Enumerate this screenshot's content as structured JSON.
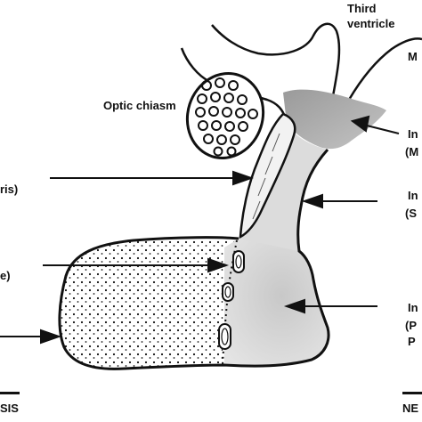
{
  "labels": {
    "third_ventricle_line1": "Third",
    "third_ventricle_line2": "ventricle",
    "optic_chiasm": "Optic chiasm",
    "right_top": "M",
    "right_in_1": "In",
    "right_paren_1": "(M",
    "right_in_2": "In",
    "right_paren_2": "(S",
    "right_in_3": "In",
    "right_paren_3": "(P",
    "right_p": "P",
    "left_1": "ris)",
    "left_2": "e)",
    "bottom_left": "SIS",
    "bottom_right": "NE"
  },
  "colors": {
    "ink": "#111111",
    "shade_dark": "#8a8a8a",
    "shade_light": "#d6d6d6",
    "background": "#ffffff"
  }
}
